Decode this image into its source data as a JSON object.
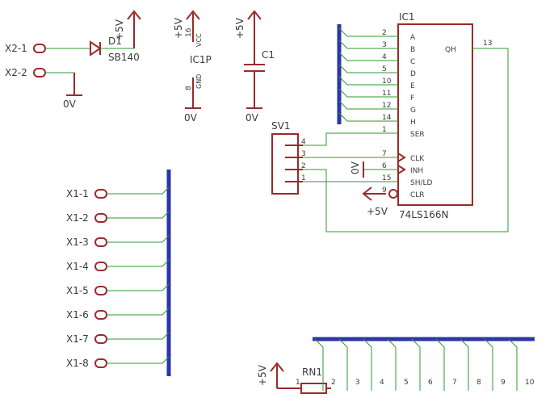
{
  "connectors_x2": [
    {
      "label": "X2-1"
    },
    {
      "label": "X2-2"
    }
  ],
  "diode": {
    "name": "D1",
    "value": "SB140"
  },
  "power_labels": {
    "plus5": "+5V",
    "gnd": "0V"
  },
  "ic1p": {
    "name": "IC1P",
    "vcc_pin": "16",
    "vcc": "VCC",
    "gnd_pin": "8",
    "gnd": "GND"
  },
  "capacitor": {
    "name": "C1"
  },
  "ic1": {
    "name": "IC1",
    "value": "74LS166N",
    "inputs": [
      {
        "pin": "2",
        "name": "A"
      },
      {
        "pin": "3",
        "name": "B"
      },
      {
        "pin": "4",
        "name": "C"
      },
      {
        "pin": "5",
        "name": "D"
      },
      {
        "pin": "10",
        "name": "E"
      },
      {
        "pin": "11",
        "name": "F"
      },
      {
        "pin": "12",
        "name": "G"
      },
      {
        "pin": "14",
        "name": "H"
      },
      {
        "pin": "1",
        "name": "SER"
      }
    ],
    "control": [
      {
        "pin": "7",
        "name": "CLK"
      },
      {
        "pin": "6",
        "name": "INH"
      },
      {
        "pin": "15",
        "name": "SH/LD"
      },
      {
        "pin": "9",
        "name": "CLR"
      }
    ],
    "output": {
      "pin": "13",
      "name": "QH"
    }
  },
  "sv1": {
    "name": "SV1",
    "pins": [
      "4",
      "3",
      "2",
      "1"
    ]
  },
  "connectors_x1": [
    "X1-1",
    "X1-2",
    "X1-3",
    "X1-4",
    "X1-5",
    "X1-6",
    "X1-7",
    "X1-8"
  ],
  "rn1": {
    "name": "RN1",
    "pins": [
      "1",
      "2",
      "3",
      "4",
      "5",
      "6",
      "7",
      "8",
      "9",
      "10"
    ]
  }
}
